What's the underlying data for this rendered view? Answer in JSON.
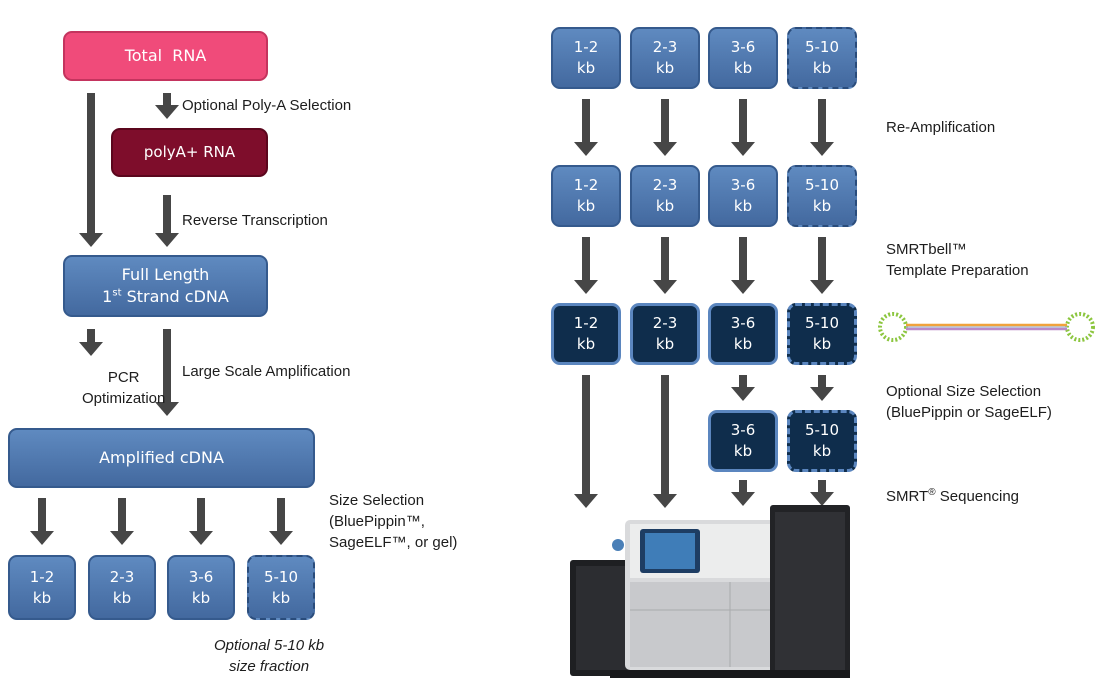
{
  "left": {
    "total_rna": "Total  RNA",
    "polya_step": "Optional Poly-A Selection",
    "polya_rna": "polyA+ RNA",
    "rt_step": "Reverse Transcription",
    "full_length_line1": "Full Length",
    "full_length_line2_prefix": "1",
    "full_length_line2_sup": "st",
    "full_length_line2_suffix": " Strand cDNA",
    "pcr_opt_line1": "PCR",
    "pcr_opt_line2": "Optimization",
    "large_scale_step": "Large Scale Amplification",
    "amplified": "Amplified cDNA",
    "size_sel_line1": "Size Selection",
    "size_sel_line2": "(BluePippin™,",
    "size_sel_line3": "SageELF™, or gel)",
    "fractions": [
      {
        "range": "1-2",
        "unit": "kb"
      },
      {
        "range": "2-3",
        "unit": "kb"
      },
      {
        "range": "3-6",
        "unit": "kb"
      },
      {
        "range": "5-10",
        "unit": "kb"
      }
    ],
    "optional_line1": "Optional 5-10 kb",
    "optional_line2": "size fraction"
  },
  "right": {
    "row_fractions": [
      {
        "range": "1-2",
        "unit": "kb"
      },
      {
        "range": "2-3",
        "unit": "kb"
      },
      {
        "range": "3-6",
        "unit": "kb"
      },
      {
        "range": "5-10",
        "unit": "kb"
      }
    ],
    "reamp_step": "Re-Amplification",
    "smrtbell_line1": "SMRTbell™",
    "smrtbell_line2": "Template Preparation",
    "optsize_line1": "Optional Size Selection",
    "optsize_line2": "(BluePippin or SageELF)",
    "seq_prefix": "SMRT",
    "seq_sup": "®",
    "seq_suffix": " Sequencing"
  },
  "colors": {
    "pink": "#f04b7a",
    "maroon": "#7e0d2b",
    "blue": "#5479af",
    "dark_navy": "#0f2d4c",
    "arrow": "#464646"
  }
}
